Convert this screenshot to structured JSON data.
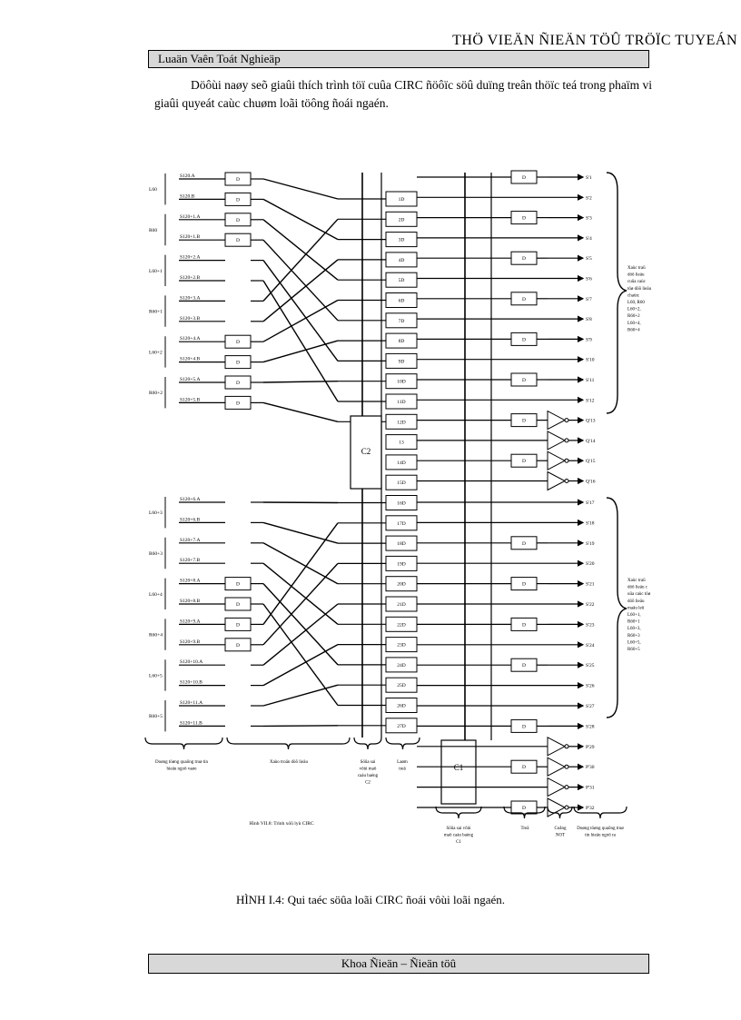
{
  "header": {
    "site_title": "THÖ VIEÄN ÑIEÄN TÖÛ TRÖÏC TUYEÁN",
    "running_title": "Luaän Vaên Toát Nghieäp"
  },
  "intro_text": "Döôùi naøy seõ giaûi thích trình töï cuûa CIRC ñöôïc söû duïng treân thöïc teá trong phaïm vi giaûi quyeát caùc chuøm loãi töông ñoái ngaén.",
  "figure": {
    "inputs": [
      {
        "name": "S120.A",
        "delay": true
      },
      {
        "name": "S120.B",
        "delay": true
      },
      {
        "name": "S120+1.A",
        "delay": true
      },
      {
        "name": "S120+1.B",
        "delay": true
      },
      {
        "name": "S120+2.A",
        "delay": false
      },
      {
        "name": "S120+2.B",
        "delay": false
      },
      {
        "name": "S120+3.A",
        "delay": false
      },
      {
        "name": "S120+3.B",
        "delay": false
      },
      {
        "name": "S120+4.A",
        "delay": true
      },
      {
        "name": "S120+4.B",
        "delay": true
      },
      {
        "name": "S120+5.A",
        "delay": true
      },
      {
        "name": "S120+5.B",
        "delay": true
      },
      {
        "name": "S120+6.A",
        "delay": false
      },
      {
        "name": "S120+6.B",
        "delay": false
      },
      {
        "name": "S120+7.A",
        "delay": false
      },
      {
        "name": "S120+7.B",
        "delay": false
      },
      {
        "name": "S120+8.A",
        "delay": true
      },
      {
        "name": "S120+8.B",
        "delay": true
      },
      {
        "name": "S120+9.A",
        "delay": true
      },
      {
        "name": "S120+9.B",
        "delay": true
      },
      {
        "name": "S120+10.A",
        "delay": false
      },
      {
        "name": "S120+10.B",
        "delay": false
      },
      {
        "name": "S120+11.A",
        "delay": false
      },
      {
        "name": "S120+11.B",
        "delay": false
      }
    ],
    "channel_labels": [
      "L60",
      "R60",
      "L60+1",
      "R60+1",
      "L60+2",
      "R60+2",
      "L60+3",
      "R60+3",
      "L60+4",
      "R60+4",
      "L60+5",
      "R60+5"
    ],
    "delay_label": "D",
    "center_boxes": [
      "1D",
      "2D",
      "3D",
      "4D",
      "5D",
      "6D",
      "7D",
      "8D",
      "9D",
      "10D",
      "11D",
      "12D",
      "13",
      "14D",
      "15D",
      "16D",
      "17D",
      "18D",
      "19D",
      "20D",
      "21D",
      "22D",
      "23D",
      "24D",
      "25D",
      "26D",
      "27D"
    ],
    "decoder_c2": "C2",
    "decoder_c1": "C1",
    "outputs": [
      {
        "name": "S'1",
        "delay": true
      },
      {
        "name": "S'2",
        "delay": false
      },
      {
        "name": "S'3",
        "delay": true
      },
      {
        "name": "S'4",
        "delay": false
      },
      {
        "name": "S'5",
        "delay": true
      },
      {
        "name": "S'6",
        "delay": false
      },
      {
        "name": "S'7",
        "delay": true
      },
      {
        "name": "S'8",
        "delay": false
      },
      {
        "name": "S'9",
        "delay": true
      },
      {
        "name": "S'10",
        "delay": false
      },
      {
        "name": "S'11",
        "delay": true
      },
      {
        "name": "S'12",
        "delay": false
      },
      {
        "name": "Q'13",
        "delay": true
      },
      {
        "name": "Q'14",
        "delay": false
      },
      {
        "name": "Q'15",
        "delay": true
      },
      {
        "name": "Q'16",
        "delay": false
      },
      {
        "name": "S'17",
        "delay": false
      },
      {
        "name": "S'18",
        "delay": false
      },
      {
        "name": "S'19",
        "delay": true
      },
      {
        "name": "S'20",
        "delay": false
      },
      {
        "name": "S'21",
        "delay": true
      },
      {
        "name": "S'22",
        "delay": false
      },
      {
        "name": "S'23",
        "delay": true
      },
      {
        "name": "S'24",
        "delay": false
      },
      {
        "name": "S'25",
        "delay": true
      },
      {
        "name": "S'26",
        "delay": false
      },
      {
        "name": "S'27",
        "delay": false
      },
      {
        "name": "S'28",
        "delay": true
      },
      {
        "name": "P'29",
        "delay": false
      },
      {
        "name": "P'30",
        "delay": true
      },
      {
        "name": "P'31",
        "delay": false
      },
      {
        "name": "P'32",
        "delay": true
      }
    ],
    "brace_note_top": [
      "Xaùc traû",
      "döõ lieäu",
      "cuûa caùc",
      "töø döõ lieäu",
      "chaün:",
      "L60, R60",
      "L60+2,",
      "R60+2",
      "L60+4,",
      "R60+4"
    ],
    "brace_note_bottom": [
      "Xaùc traû",
      "döõ lieäu c",
      "uûa caùc töø",
      "döõ lieäu",
      "maãu leû",
      "L60+1,",
      "R60+1",
      "L60+3,",
      "R60+3",
      "L60+5,",
      "R60+5"
    ],
    "bottom_labels": {
      "input_stream": [
        "Doøng töøng quaõng truø tin",
        "hieäu ngoõ vaøo"
      ],
      "deinterleave": [
        "Xaùo troän döõ lieäu"
      ],
      "c2_correction": [
        "Söûa sai",
        "vôùi maõ",
        "caáu baèng",
        "C2"
      ],
      "delay_column": [
        "Laøm",
        "treã"
      ],
      "c1_correction": [
        "Söûa sai vôùi",
        "maõ caáu baèng",
        "C1"
      ],
      "delay2": [
        "Treã"
      ],
      "not_gate": [
        "Coång",
        "NOT"
      ],
      "output_stream": [
        "Doøng töøng quaõng truø",
        "tin hieäu ngoõ ra"
      ],
      "inner_caption": "Hình VII.8: Trình xöû lyù CIRC"
    }
  },
  "caption": "HÌNH I.4: Qui taéc söûa loãi CIRC ñoái vôùi loãi ngaén.",
  "footer": "Khoa Ñieän – Ñieän töû"
}
